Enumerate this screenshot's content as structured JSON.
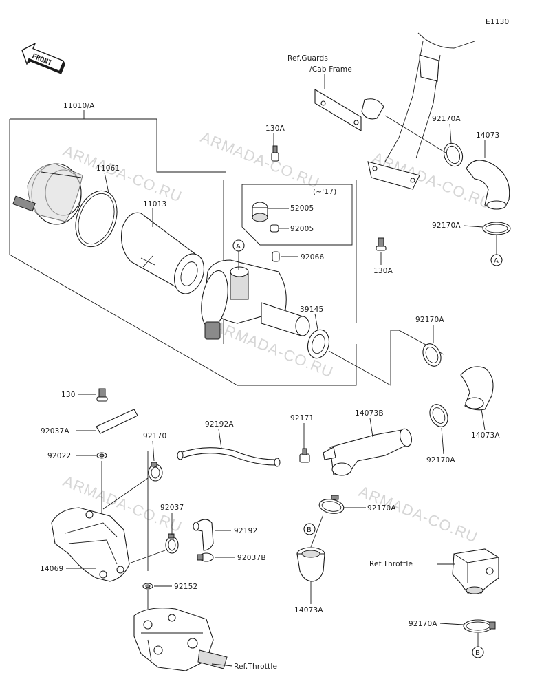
{
  "diagram_code": "E1130",
  "front_label": "FRONT",
  "watermark": "ARMADA-CO.RU",
  "refs": {
    "guards_line1": "Ref.Guards",
    "guards_line2": "/Cab Frame",
    "throttle_a": "Ref.Throttle",
    "throttle_b": "Ref.Throttle"
  },
  "variant_note": "(~'17)",
  "callouts": {
    "a": "A",
    "b": "B"
  },
  "parts": {
    "p11010A": "11010/A",
    "p11061": "11061",
    "p11013": "11013",
    "p130A_top": "130A",
    "p130A_mid": "130A",
    "p52005": "52005",
    "p92005": "92005",
    "p92066": "92066",
    "p39145": "39145",
    "p92170A_1": "92170A",
    "p14073": "14073",
    "p92170A_2": "92170A",
    "p92170A_3": "92170A",
    "p14073A_1": "14073A",
    "p92170A_4": "92170A",
    "p130": "130",
    "p92037A": "92037A",
    "p92022": "92022",
    "p92170": "92170",
    "p92192A": "92192A",
    "p92171": "92171",
    "p14073B": "14073B",
    "p92170A_5": "92170A",
    "p92037": "92037",
    "p92192": "92192",
    "p92037B": "92037B",
    "p14069": "14069",
    "p92152": "92152",
    "p14073A_2": "14073A",
    "p92170A_6": "92170A"
  }
}
